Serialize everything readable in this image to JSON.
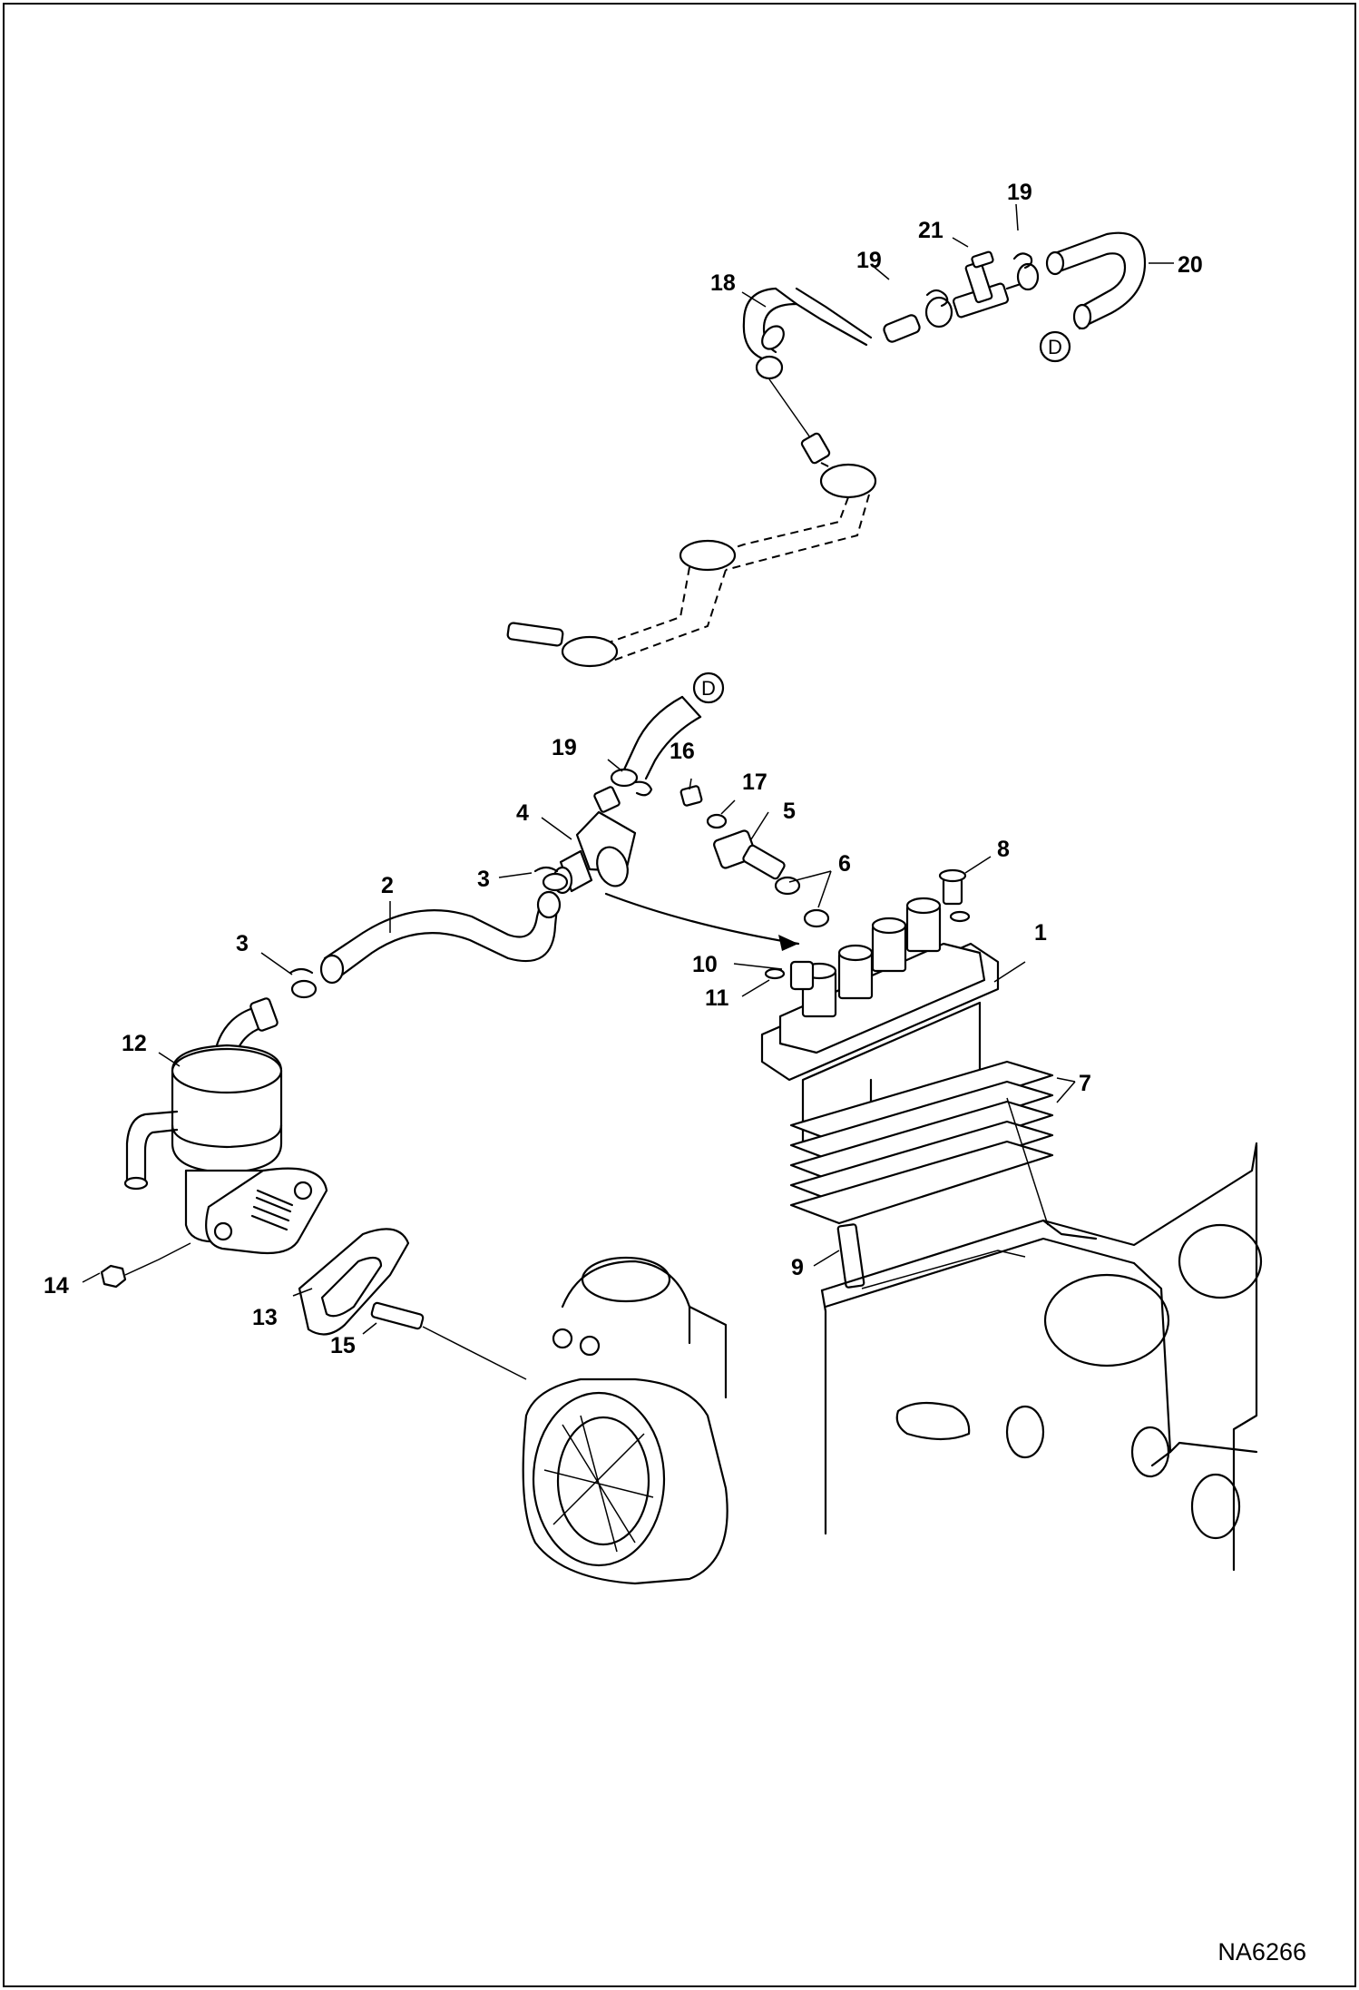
{
  "figure_id": "NA6266",
  "connector_letter": "D",
  "callouts": [
    {
      "id": "c1",
      "label": "1"
    },
    {
      "id": "c2",
      "label": "2"
    },
    {
      "id": "c3a",
      "label": "3"
    },
    {
      "id": "c3b",
      "label": "3"
    },
    {
      "id": "c4",
      "label": "4"
    },
    {
      "id": "c5",
      "label": "5"
    },
    {
      "id": "c6",
      "label": "6"
    },
    {
      "id": "c7",
      "label": "7"
    },
    {
      "id": "c8",
      "label": "8"
    },
    {
      "id": "c9",
      "label": "9"
    },
    {
      "id": "c10",
      "label": "10"
    },
    {
      "id": "c11",
      "label": "11"
    },
    {
      "id": "c12",
      "label": "12"
    },
    {
      "id": "c13",
      "label": "13"
    },
    {
      "id": "c14",
      "label": "14"
    },
    {
      "id": "c15",
      "label": "15"
    },
    {
      "id": "c16",
      "label": "16"
    },
    {
      "id": "c17",
      "label": "17"
    },
    {
      "id": "c18",
      "label": "18"
    },
    {
      "id": "c19a",
      "label": "19"
    },
    {
      "id": "c19b",
      "label": "19"
    },
    {
      "id": "c19c",
      "label": "19"
    },
    {
      "id": "c20",
      "label": "20"
    },
    {
      "id": "c21",
      "label": "21"
    }
  ]
}
